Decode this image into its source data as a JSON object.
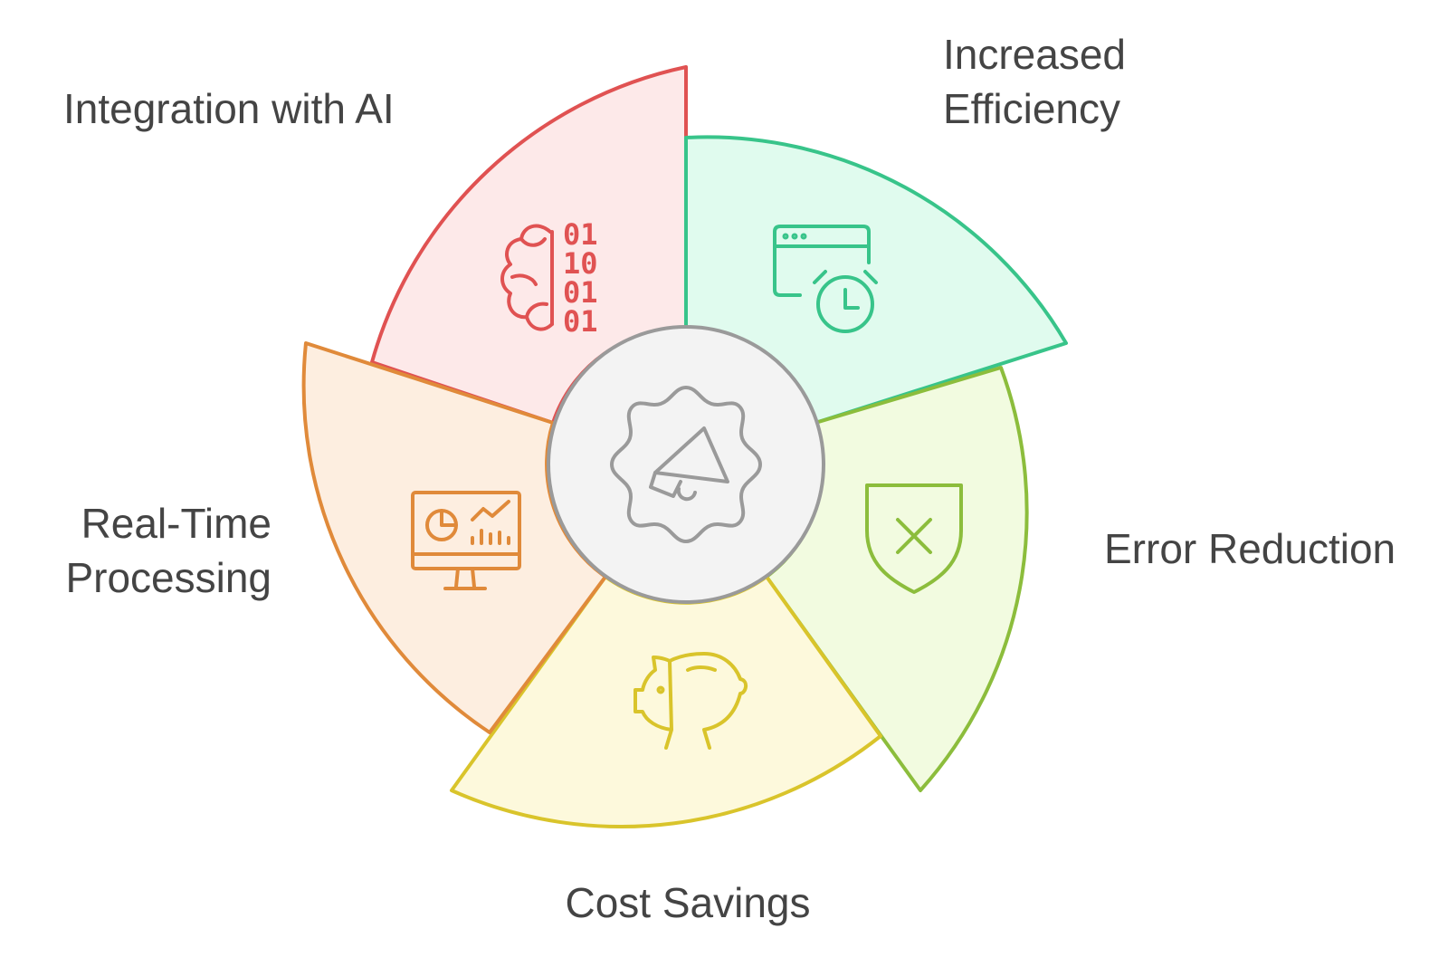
{
  "center": {
    "icon": "gear-megaphone-icon",
    "fill": "#f3f3f3",
    "stroke": "#9a9a9a"
  },
  "segments": [
    {
      "id": "integration-with-ai",
      "label_lines": [
        "Integration with AI"
      ],
      "icon": "brain-binary-icon",
      "stroke": "#e05252",
      "fill": "#fde9e9"
    },
    {
      "id": "increased-efficiency",
      "label_lines": [
        "Increased",
        "Efficiency"
      ],
      "icon": "browser-clock-icon",
      "stroke": "#38c48a",
      "fill": "#e0fbee"
    },
    {
      "id": "error-reduction",
      "label_lines": [
        "Error Reduction"
      ],
      "icon": "shield-x-icon",
      "stroke": "#8cbd3c",
      "fill": "#f2fbe0"
    },
    {
      "id": "cost-savings",
      "label_lines": [
        "Cost Savings"
      ],
      "icon": "piggy-bank-icon",
      "stroke": "#d9c42b",
      "fill": "#fdf9dc"
    },
    {
      "id": "real-time-processing",
      "label_lines": [
        "Real-Time",
        "Processing"
      ],
      "icon": "monitor-analytics-icon",
      "stroke": "#e08a3a",
      "fill": "#fdeee0"
    }
  ]
}
